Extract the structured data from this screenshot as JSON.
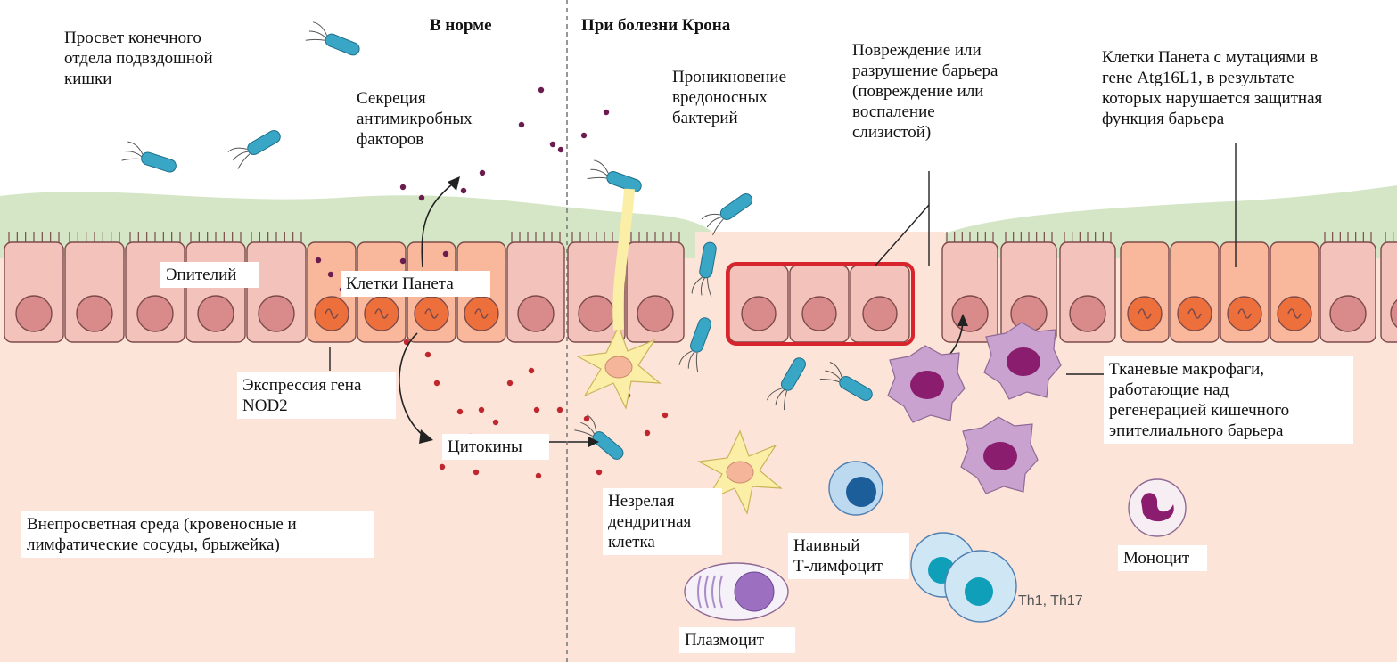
{
  "colors": {
    "lumen": "#ffffff",
    "tissue": "#fde4d8",
    "mucus": "#d5e6c6",
    "cell_fill": "#f3c2bb",
    "cell_stroke": "#7d4a4a",
    "nucleus": "#d98b8b",
    "paneth_fill": "#f9b89b",
    "paneth_nucleus": "#ec6f3c",
    "bacteria": "#3aa6c6",
    "granule": "#6b1c4f",
    "cytokine": "#c0262d",
    "damage": "#d8242c",
    "dendritic": "#fbeea6",
    "macrophage": "#c9a2cf",
    "macrophage_nucleus": "#8a1d6e",
    "lymphocyte": "#bcd9ef",
    "lymphocyte_nucleus": "#1c5e9a",
    "th_nucleus": "#0f9fb8",
    "plasma_nucleus": "#9d6fc1"
  },
  "labels": {
    "normal_title": "В норме",
    "crohn_title": "При болезни Крона",
    "lumen": "Просвет конечного\nотдела подвздошной\nкишки",
    "antimicrobial": "Секреция\nантимикробных\nфакторов",
    "epithelium": "Эпителий",
    "paneth": "Клетки Панета",
    "nod2": "Экспрессия гена\nNOD2",
    "cytokines": "Цитокины",
    "extraluminal": "Внепросветная среда (кровеносные и\nлимфатические сосуды, брыжейка)",
    "penetration": "Проникновение\nвредоносных\nбактерий",
    "barrier_damage": "Повреждение или\nразрушение барьера\n(повреждение или\nвоспаление\nслизистой)",
    "paneth_mutation": "Клетки Панета с мутациями в\nгене Atg16L1, в результате\nкоторых нарушается защитная\nфункция барьера",
    "macrophages": "Тканевые макрофаги,\nработающие над\nрегенерацией кишечного\nэпителиального барьера",
    "immature_dc": "Незрелая\nдендритная\nклетка",
    "naive_t": "Наивный\nТ-лимфоцит",
    "th": "Th1, Th17",
    "monocyte": "Моноцит",
    "plasmocyte": "Плазмоцит"
  }
}
